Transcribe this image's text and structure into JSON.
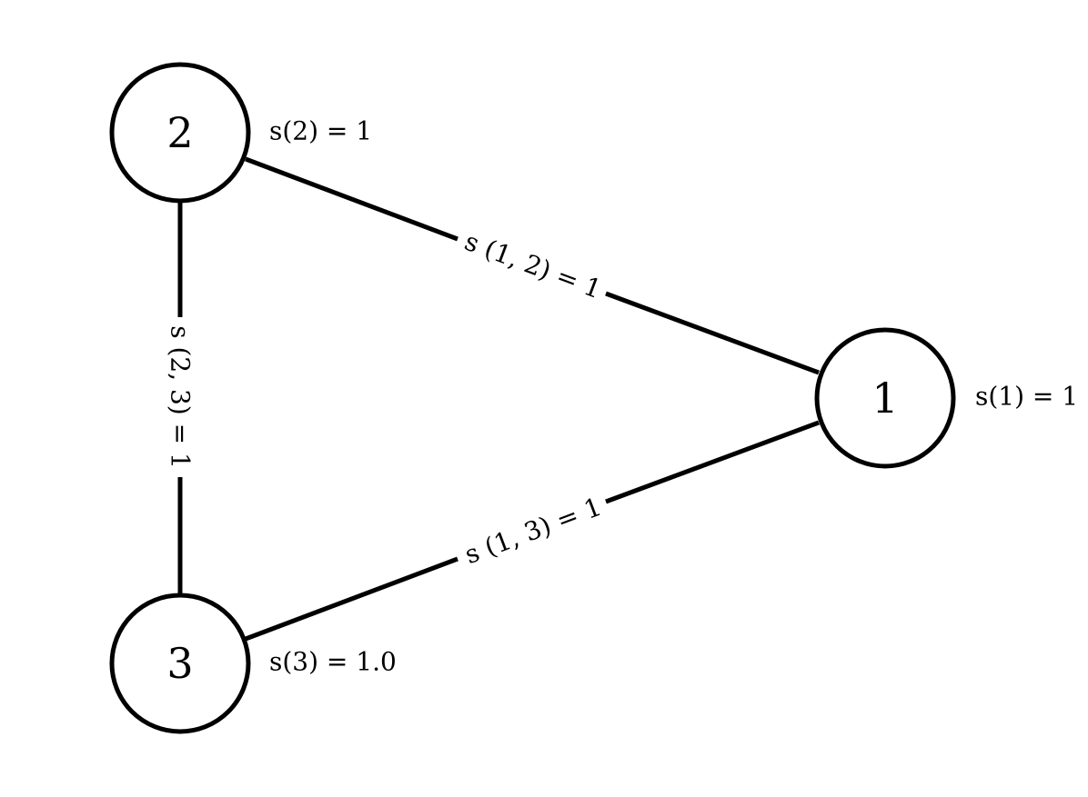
{
  "colors": {
    "stroke": "#000000",
    "background": "#ffffff",
    "node_fill": "#ffffff"
  },
  "nodes": [
    {
      "id": "1",
      "label": "1",
      "score_label": "s(1) = 1"
    },
    {
      "id": "2",
      "label": "2",
      "score_label": "s(2) = 1"
    },
    {
      "id": "3",
      "label": "3",
      "score_label": "s(3) = 1.0"
    }
  ],
  "edges": [
    {
      "from": "1",
      "to": "2",
      "label": "s (1, 2) = 1"
    },
    {
      "from": "1",
      "to": "3",
      "label": "s (1, 3) = 1"
    },
    {
      "from": "2",
      "to": "3",
      "label": "s (2, 3) = 1"
    }
  ]
}
